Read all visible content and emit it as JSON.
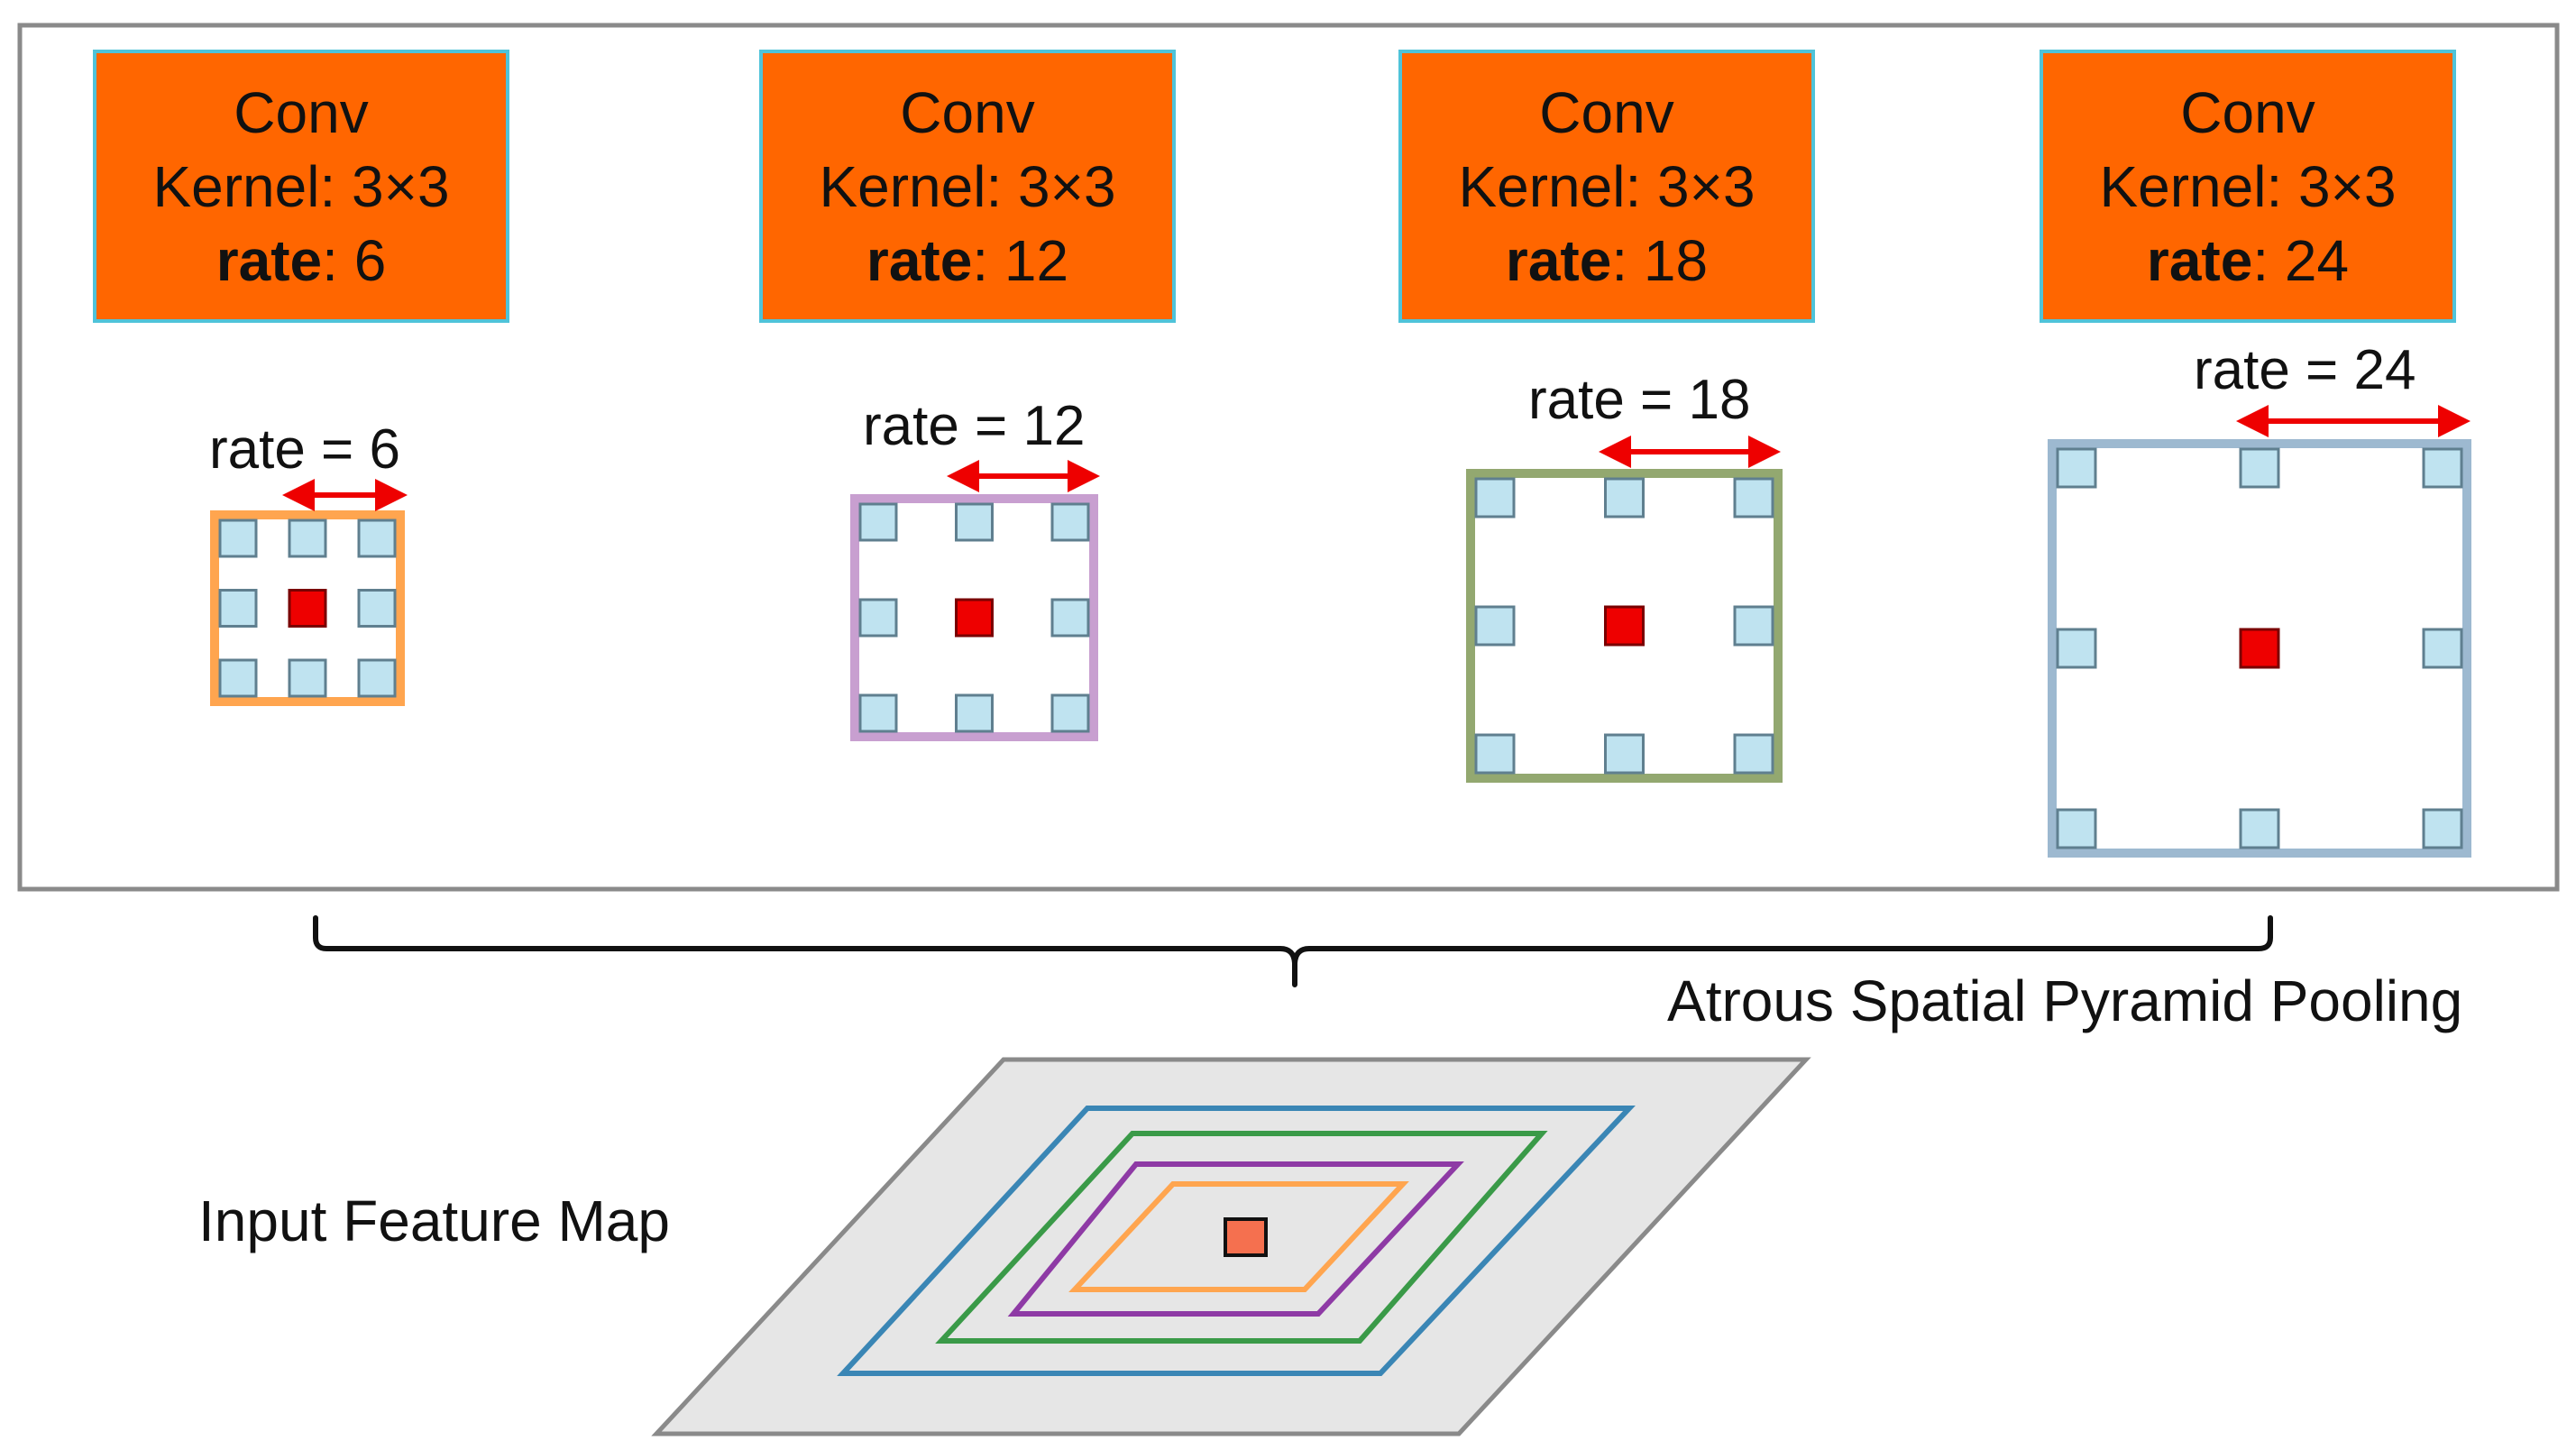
{
  "title": "",
  "convs": [
    {
      "line1": "Conv",
      "kernel": "Kernel: 3×3",
      "rate_word": "rate",
      "rate_value": ": 6",
      "rate_label": "rate = 6"
    },
    {
      "line1": "Conv",
      "kernel": "Kernel: 3×3",
      "rate_word": "rate",
      "rate_value": ": 12",
      "rate_label": "rate = 12"
    },
    {
      "line1": "Conv",
      "kernel": "Kernel: 3×3",
      "rate_word": "rate",
      "rate_value": ": 18",
      "rate_label": "rate = 18"
    },
    {
      "line1": "Conv",
      "kernel": "Kernel: 3×3",
      "rate_word": "rate",
      "rate_value": ": 24",
      "rate_label": "rate = 24"
    }
  ],
  "aspp_label": "Atrous Spatial Pyramid Pooling",
  "input_label": "Input Feature Map",
  "colors": {
    "conv_fill": "#ff6600",
    "conv_border": "#4fc3d9",
    "rate6": "#ffa54f",
    "rate12": "#c89fd0",
    "rate18": "#93a870",
    "rate24": "#9db9d0",
    "sample_cell": "#bfe3f0",
    "center_cell": "#ee0000",
    "arrow": "#ee0000",
    "feature_map": "#e6e6e6",
    "ring_blue": "#3a86b5",
    "ring_green": "#3a9a48",
    "ring_purple": "#8e3aa5",
    "ring_orange": "#ffa54f",
    "input_center": "#f5704f"
  }
}
